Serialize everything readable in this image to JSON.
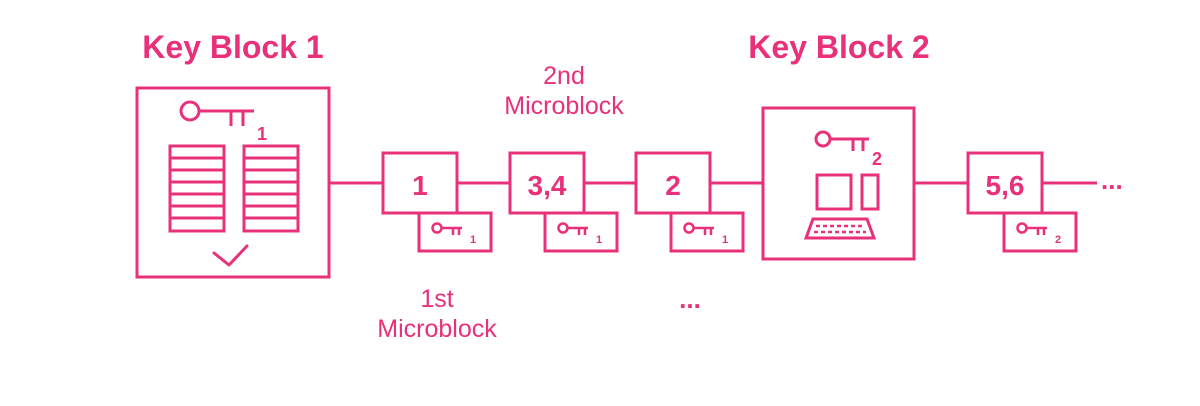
{
  "colors": {
    "accent": "#e8317a",
    "background": "#ffffff"
  },
  "key_blocks": [
    {
      "title": "Key Block 1",
      "key_subscript": "1",
      "icons": [
        "server-rack-icon",
        "server-rack-icon",
        "check-icon"
      ]
    },
    {
      "title": "Key Block 2",
      "key_subscript": "2",
      "icons": [
        "computer-icon"
      ]
    }
  ],
  "microblocks": [
    {
      "label": "1",
      "key_subscript": "1"
    },
    {
      "label": "3,4",
      "key_subscript": "1"
    },
    {
      "label": "2",
      "key_subscript": "1"
    },
    {
      "label": "5,6",
      "key_subscript": "2"
    }
  ],
  "annotations": {
    "second_microblock": [
      "2nd",
      "Microblock"
    ],
    "first_microblock": [
      "1st",
      "Microblock"
    ],
    "ellipsis_below": "...",
    "chain_continuation": "..."
  }
}
